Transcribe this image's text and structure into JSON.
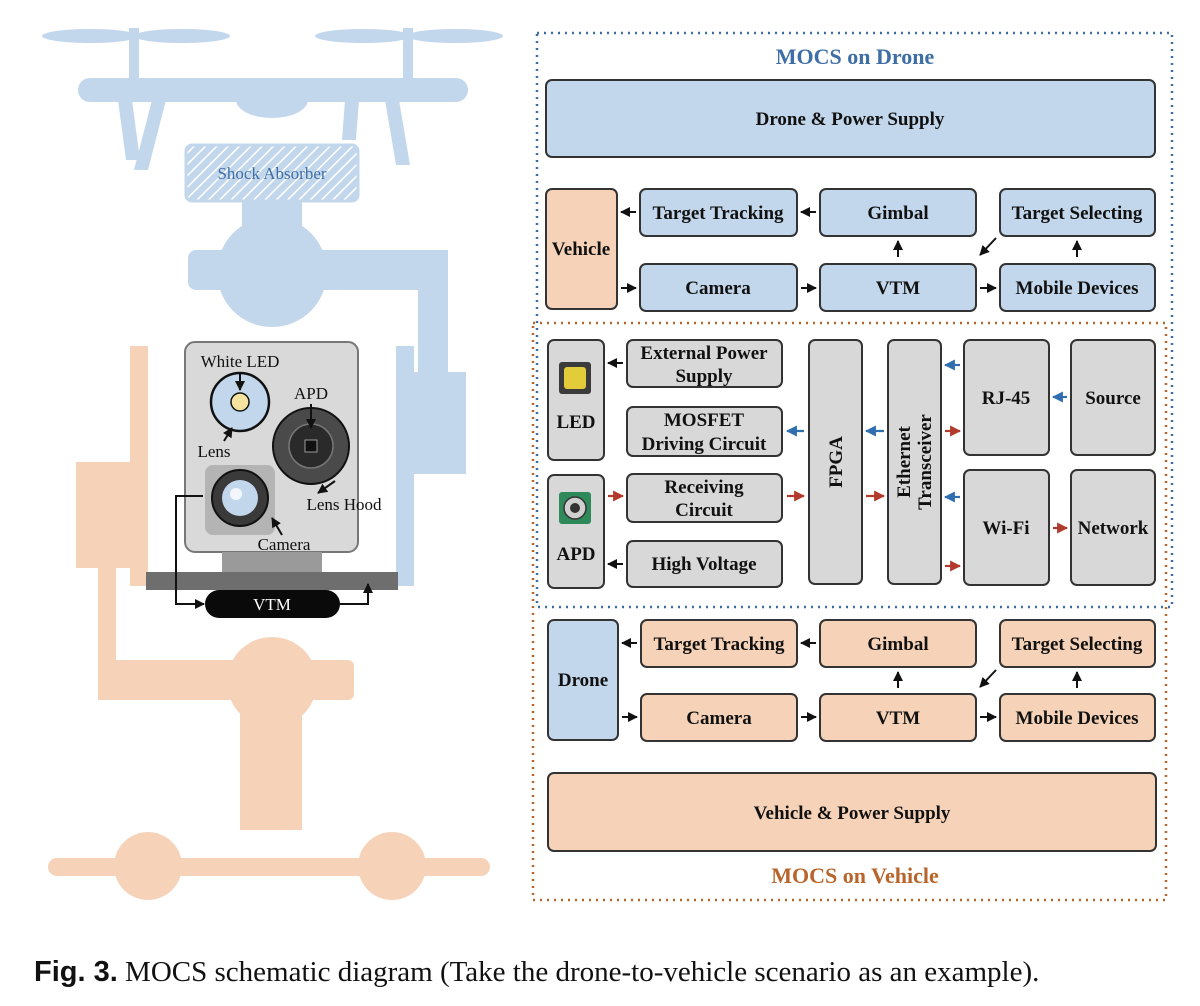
{
  "illustration": {
    "shock_absorber": "Shock Absorber",
    "white_led": "White LED",
    "apd": "APD",
    "lens": "Lens",
    "lens_hood": "Lens Hood",
    "camera": "Camera",
    "vtm": "VTM"
  },
  "drone_section": {
    "title": "MOCS on Drone",
    "power": "Drone & Power Supply",
    "vehicle": "Vehicle",
    "target_tracking": "Target Tracking",
    "gimbal": "Gimbal",
    "target_selecting": "Target Selecting",
    "camera": "Camera",
    "vtm": "VTM",
    "mobile_devices": "Mobile Devices"
  },
  "middle_section": {
    "led": "LED",
    "apd": "APD",
    "ext_power_1": "External Power",
    "ext_power_2": "Supply",
    "mosfet_1": "MOSFET",
    "mosfet_2": "Driving Circuit",
    "receiving_1": "Receiving",
    "receiving_2": "Circuit",
    "high_voltage": "High Voltage",
    "fpga": "FPGA",
    "ethernet_1": "Ethernet",
    "ethernet_2": "Transceiver",
    "rj45": "RJ-45",
    "source": "Source",
    "wifi": "Wi-Fi",
    "network": "Network"
  },
  "vehicle_section": {
    "title": "MOCS on Vehicle",
    "power": "Vehicle & Power Supply",
    "drone": "Drone",
    "target_tracking": "Target Tracking",
    "gimbal": "Gimbal",
    "target_selecting": "Target Selecting",
    "camera": "Camera",
    "vtm": "VTM",
    "mobile_devices": "Mobile Devices"
  },
  "colors": {
    "drone_blue": "#c3d7ec",
    "vehicle_orange": "#f6d3b8",
    "hardware_gray": "#d8d8d8",
    "title_blue": "#3d6ea5",
    "title_orange": "#b8652b"
  },
  "caption": {
    "fig_label": "Fig. 3.",
    "text": "MOCS schematic diagram (Take the drone-to-vehicle scenario as an example)."
  }
}
